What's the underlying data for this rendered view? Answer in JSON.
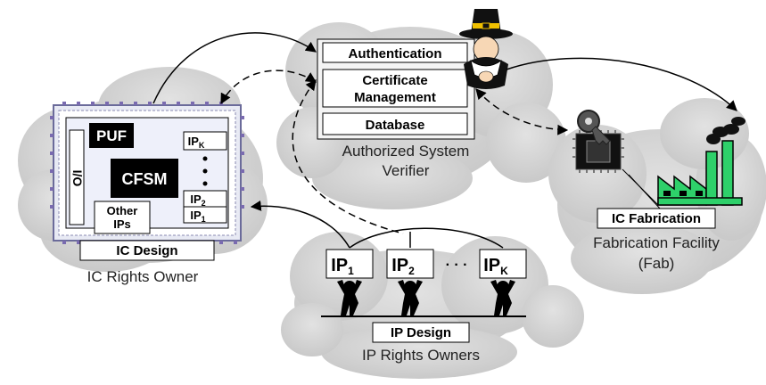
{
  "ic_owner": {
    "caption": "IC Rights Owner",
    "design_label": "IC Design",
    "puf": "PUF",
    "cfsm": "CFSM",
    "io": "I/O",
    "other_ips_line1": "Other",
    "other_ips_line2": "IPs",
    "ip_k": "IP",
    "ip_k_sub": "K",
    "ip_2": "IP",
    "ip_2_sub": "2",
    "ip_1": "IP",
    "ip_1_sub": "1"
  },
  "verifier": {
    "authentication": "Authentication",
    "cert_line1": "Certificate",
    "cert_line2": "Management",
    "database": "Database",
    "caption_line1": "Authorized System",
    "caption_line2": "Verifier"
  },
  "fab": {
    "label": "IC Fabrication",
    "caption_line1": "Fabrication Facility",
    "caption_line2": "(Fab)"
  },
  "ip_owners": {
    "ip1": "IP",
    "ip1_sub": "1",
    "ip2": "IP",
    "ip2_sub": "2",
    "ipk": "IP",
    "ipk_sub": "K",
    "dots": "· · ·",
    "design_label": "IP Design",
    "caption": "IP Rights Owners"
  }
}
